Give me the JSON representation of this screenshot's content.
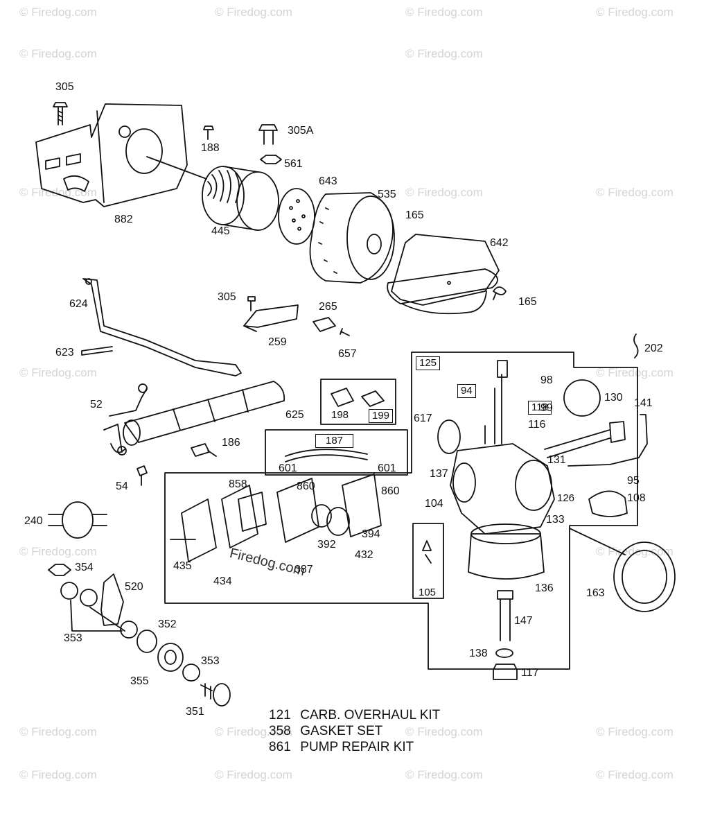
{
  "watermark": "© Firedog.com",
  "parts": {
    "p305_top": "305",
    "p188": "188",
    "p305A": "305A",
    "p561": "561",
    "p882": "882",
    "p643": "643",
    "p445": "445",
    "p535": "535",
    "p165_a": "165",
    "p642": "642",
    "p624": "624",
    "p305_mid": "305",
    "p265": "265",
    "p165_b": "165",
    "p259": "259",
    "p623": "623",
    "p657": "657",
    "p202": "202",
    "p125": "125",
    "p98": "98",
    "p94": "94",
    "p118": "118",
    "p99": "99",
    "p130": "130",
    "p141": "141",
    "p52": "52",
    "p625": "625",
    "p198": "198",
    "p199": "199",
    "p617": "617",
    "p116": "116",
    "p187": "187",
    "p186": "186",
    "p601_a": "601",
    "p601_b": "601",
    "p131": "131",
    "p137": "137",
    "p95": "95",
    "p54": "54",
    "p858": "858",
    "p860_a": "860",
    "p860_b": "860",
    "p104": "104",
    "p126": "126",
    "p108": "108",
    "p133": "133",
    "p240": "240",
    "p392": "392",
    "p394": "394",
    "p432": "432",
    "p435": "435",
    "p387": "387",
    "p434": "434",
    "p354": "354",
    "p520": "520",
    "p136": "136",
    "p163": "163",
    "p105": "105",
    "p353_a": "353",
    "p147": "147",
    "p352": "352",
    "p353_b": "353",
    "p138": "138",
    "p117": "117",
    "p355": "355",
    "p351": "351"
  },
  "kits": [
    {
      "num": "121",
      "text": "CARB. OVERHAUL KIT"
    },
    {
      "num": "358",
      "text": "GASKET SET"
    },
    {
      "num": "861",
      "text": "PUMP REPAIR KIT"
    }
  ],
  "inline_watermark": "Firedog.com"
}
